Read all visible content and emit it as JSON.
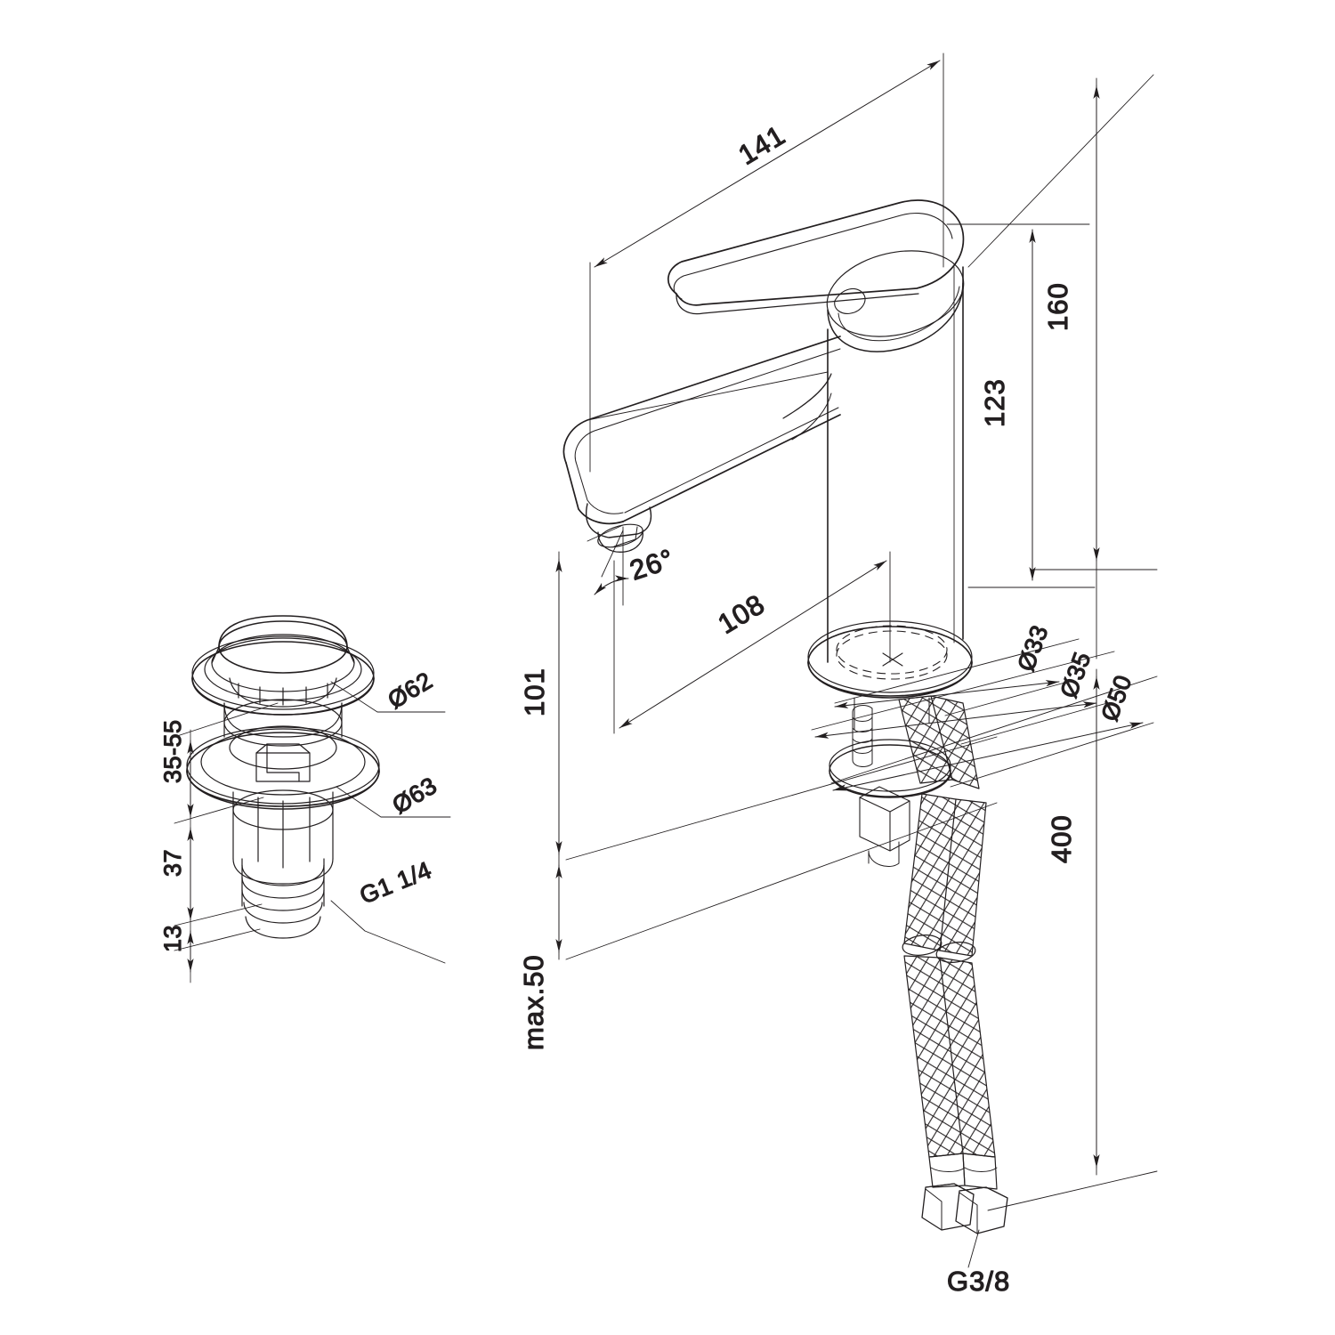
{
  "drawing": {
    "title": "Basin mixer tap technical dimension drawing",
    "background_color": "#ffffff",
    "line_color": "#231f20",
    "views": [
      {
        "id": "pop-up-waste",
        "label": "Pop-up waste / drain assembly"
      },
      {
        "id": "basin-mixer",
        "label": "Single-lever basin mixer with flexible hoses"
      }
    ]
  },
  "dimensions": {
    "spout_reach": "141",
    "total_height": "160",
    "spout_height": "123",
    "spout_outlet_height": "101",
    "spout_outlet_reach": "108",
    "aerator_angle": "26°",
    "max_counter_thickness": "max.50",
    "hose_length": "400",
    "base_dia_33": "Ø33",
    "base_dia_35": "Ø35",
    "base_dia_50": "Ø50",
    "hose_thread": "G3/8",
    "waste_cap_dia": "Ø62",
    "waste_flange_dia": "Ø63",
    "waste_adjust_range": "35-55",
    "waste_body_len": "37",
    "waste_thread_len": "13",
    "waste_thread": "G1 1/4"
  }
}
